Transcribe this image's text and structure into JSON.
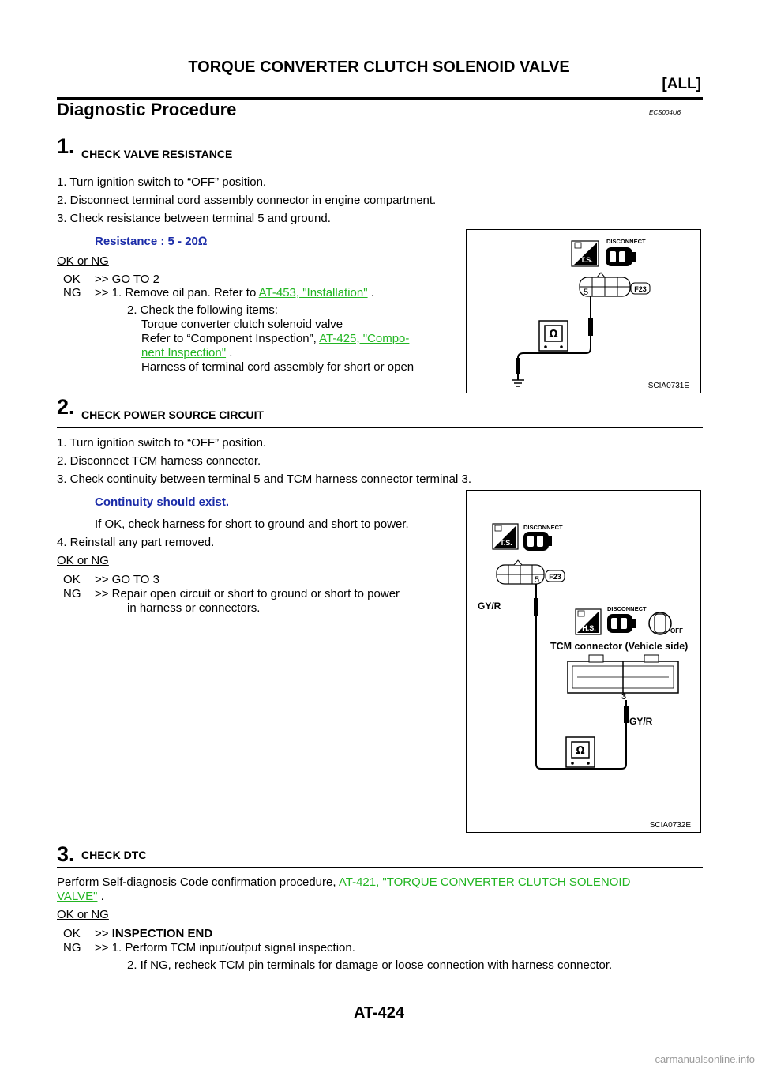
{
  "header": {
    "title": "TORQUE CONVERTER CLUTCH SOLENOID VALVE",
    "tag": "[ALL]"
  },
  "section": {
    "title": "Diagnostic Procedure",
    "code": "ECS004U6"
  },
  "step1": {
    "num": "1.",
    "title": "CHECK VALVE RESISTANCE",
    "items": [
      "1. Turn ignition switch to “OFF” position.",
      "2. Disconnect terminal cord assembly connector in engine compartment.",
      "3. Check resistance between terminal 5 and ground."
    ],
    "spec": "Resistance : 5 - 20Ω",
    "okng": "OK or NG",
    "ok_key": "OK",
    "ok_val": ">> GO TO 2",
    "ng_key": "NG",
    "ng_val": ">> 1. Remove oil pan. Refer to ",
    "ng_link": "AT-453, \"Installation\"",
    "ng_tail": " .",
    "sub1": "2. Check the following items:",
    "sub2": "Torque converter clutch solenoid valve",
    "sub3_pre": "Refer to “Component Inspection”, ",
    "sub3_link": "AT-425, \"Compo-",
    "sub4_link": "nent Inspection\"",
    "sub4_tail": " .",
    "sub5": "Harness of terminal cord assembly for short or open",
    "figure": {
      "disconnect": "DISCONNECT",
      "ts": "T.S.",
      "connector": "F23",
      "terminal": "5",
      "id": "SCIA0731E"
    }
  },
  "step2": {
    "num": "2.",
    "title": "CHECK POWER SOURCE CIRCUIT",
    "items": [
      "1. Turn ignition switch to “OFF” position.",
      "2. Disconnect TCM harness connector.",
      "3. Check continuity between terminal 5 and TCM harness connector terminal 3."
    ],
    "spec": "Continuity should exist.",
    "note": "If OK, check harness for short to ground and short to power.",
    "item4": "4. Reinstall any part removed.",
    "okng": "OK or NG",
    "ok_key": "OK",
    "ok_val": ">> GO TO 3",
    "ng_key": "NG",
    "ng_val": ">> Repair open circuit or short to ground or short to power",
    "ng_val2": "in harness or connectors.",
    "figure": {
      "disconnect": "DISCONNECT",
      "ts": "T.S.",
      "hs": "H.S.",
      "off": "OFF",
      "connector": "F23",
      "terminal5": "5",
      "wire_top": "GY/R",
      "tcm_label": "TCM connector (Vehicle side)",
      "terminal3": "3",
      "wire_bottom": "GY/R",
      "id": "SCIA0732E"
    }
  },
  "step3": {
    "num": "3.",
    "title": "CHECK DTC",
    "text_pre": "Perform Self-diagnosis Code confirmation procedure, ",
    "link1": "AT-421, \"TORQUE CONVERTER CLUTCH SOLENOID",
    "link2": "VALVE\"",
    "link_tail": " .",
    "okng": "OK or NG",
    "ok_key": "OK",
    "ok_arrow": ">> ",
    "ok_val": "INSPECTION END",
    "ng_key": "NG",
    "ng_val": ">> 1. Perform TCM input/output signal inspection.",
    "ng_val2": "2. If NG, recheck TCM pin terminals for damage or loose connection with harness connector."
  },
  "footer": {
    "page": "AT-424"
  },
  "watermark": "carmanualsonline.info"
}
